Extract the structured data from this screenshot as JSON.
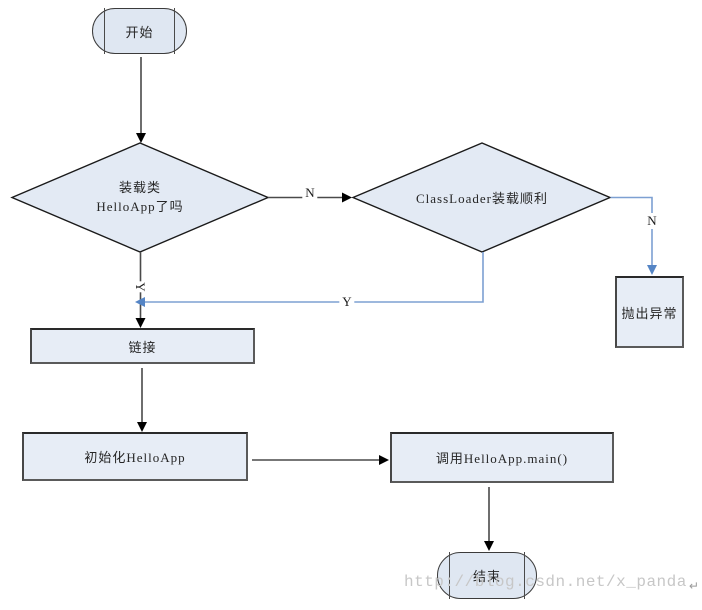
{
  "nodes": {
    "start": {
      "label": "开始"
    },
    "load_class": {
      "line1": "装载类",
      "line2": "HelloApp了吗"
    },
    "classloader": {
      "label": "ClassLoader装载顺利"
    },
    "throw_exception": {
      "label": "抛出异常"
    },
    "link": {
      "label": "链接"
    },
    "init": {
      "label": "初始化HelloApp"
    },
    "call_main": {
      "label": "调用HelloApp.main()"
    },
    "end": {
      "label": "结束"
    }
  },
  "edge_labels": {
    "not_loaded": "N",
    "classloader_fail": "N",
    "loaded": "Y",
    "classloader_ok": "Y"
  },
  "watermark": {
    "text": "http://blog.csdn.net/x_panda",
    "return_mark": "↵"
  },
  "colors": {
    "canvas_bg": "#ffffff",
    "node_fill": "#e7edf6",
    "diamond_fill": "#e3eaf4",
    "stadium_fill": "#dfe7f2",
    "border_gray": "#5a5a5a",
    "border_dark": "#2a2a2a",
    "line_black": "#4a4a4a",
    "line_blue": "#7da0d2",
    "arrow_blue": "#5585c5",
    "text": "#262626",
    "watermark": "#c7c7c7"
  }
}
